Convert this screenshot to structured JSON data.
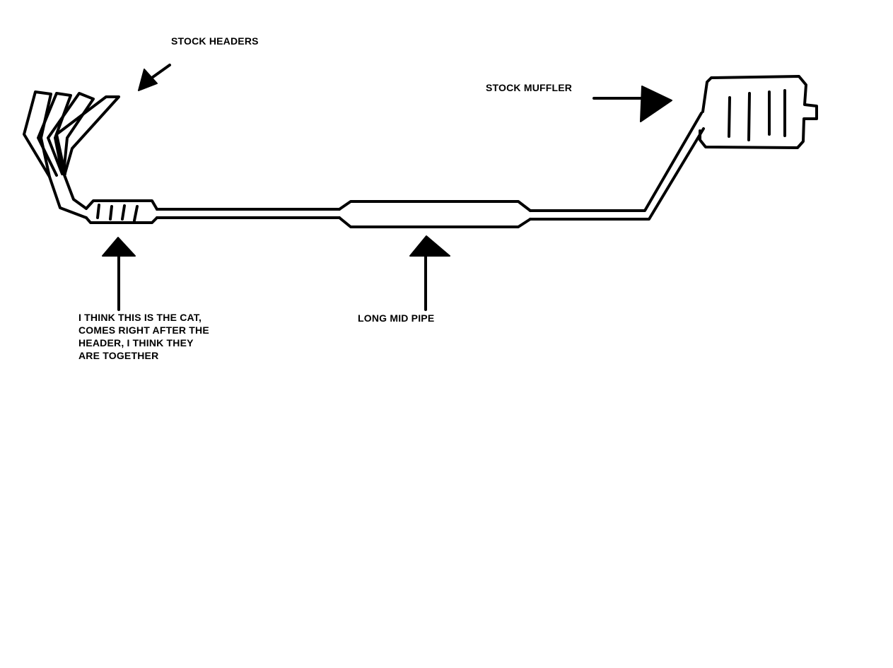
{
  "labels": {
    "stock_headers": "STOCK HEADERS",
    "stock_muffler": "STOCK MUFFLER",
    "long_mid_pipe": "LONG MID PIPE",
    "cat_note_lines": [
      "I THINK THIS IS THE CAT,",
      "COMES RIGHT AFTER THE",
      "HEADER, I THINK THEY",
      "ARE TOGETHER"
    ]
  },
  "colors": {
    "ink": "#000000",
    "paper": "#ffffff"
  }
}
